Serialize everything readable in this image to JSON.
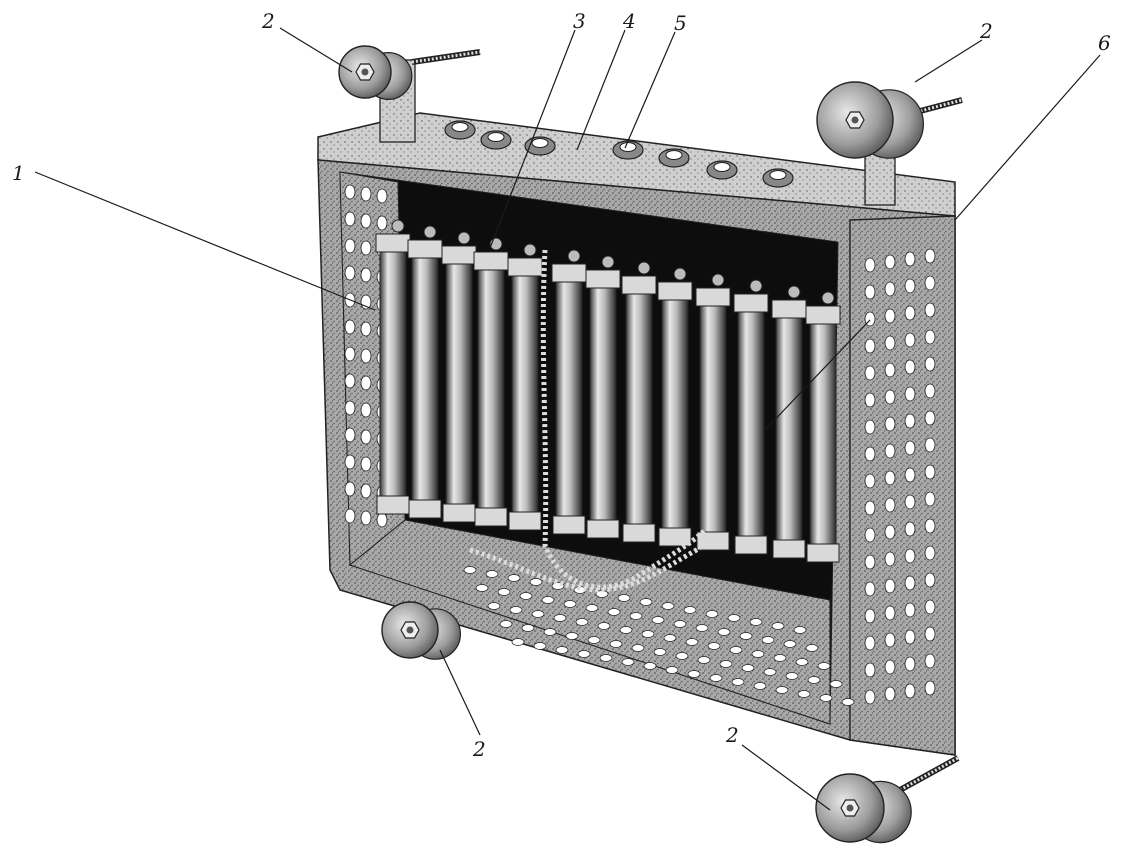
{
  "figure": {
    "callouts": [
      {
        "id": "c1",
        "text": "1"
      },
      {
        "id": "c2a",
        "text": "2"
      },
      {
        "id": "c2b",
        "text": "2"
      },
      {
        "id": "c2c",
        "text": "2"
      },
      {
        "id": "c2d",
        "text": "2"
      },
      {
        "id": "c3",
        "text": "3"
      },
      {
        "id": "c4",
        "text": "4"
      },
      {
        "id": "c5",
        "text": "5"
      },
      {
        "id": "c6",
        "text": "6"
      }
    ]
  },
  "colors": {
    "ink": "#1a1a1a",
    "frame": "#9a9a9a",
    "frame_dark": "#5e5e5e",
    "interior": "#0d0d0d",
    "tube": "#c8c8c8",
    "tube_dark": "#6a6a6a",
    "insulator": "#b5b5b5"
  }
}
